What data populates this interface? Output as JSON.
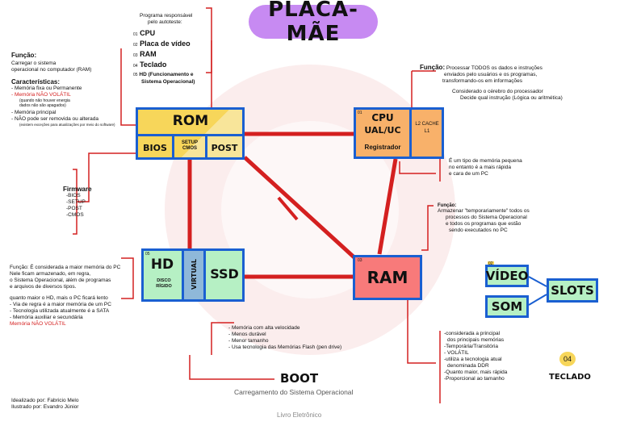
{
  "title": "PLACA-MÃE",
  "watermark": "Livro Eletrônico",
  "credits": [
    "Idealizado por: Fabricio Melo",
    "Ilustrado por: Evandro Júnior"
  ],
  "rom": {
    "label": "ROM",
    "bios": "BIOS",
    "setup": "SETUP",
    "cmos": "CMOS",
    "post": "POST",
    "funcao_title": "Função:",
    "funcao_lines": [
      "Carregar o sistema",
      "operacional no computador (RAM)"
    ],
    "caract_title": "Características:",
    "caract_lines": [
      "- Memória fixa ou Permanente",
      "- Memória NÃO VOLÁTIL",
      "(quando não houver energia",
      "dados não são apagados)",
      "- Memória principal",
      "- NÃO pode ser removida ou alterada",
      "(existem exceções para atualizações por meio do software)"
    ],
    "firmware_title": "Firmware",
    "firmware_items": [
      "-BIOS",
      "-SETUP",
      "-POST",
      "-CMOS"
    ]
  },
  "post_list": {
    "header": [
      "Programa responsável",
      "pelo autoteste:"
    ],
    "items": [
      {
        "num": "01",
        "text": "CPU"
      },
      {
        "num": "02",
        "text": "Placa de vídeo"
      },
      {
        "num": "03",
        "text": "RAM"
      },
      {
        "num": "04",
        "text": "Teclado"
      },
      {
        "num": "05",
        "text": "HD (Funcionamento e"
      }
    ],
    "last_line": "Sistema Operacional)"
  },
  "cpu": {
    "badge": "01",
    "cpu": "CPU",
    "ual": "UAL/UC",
    "reg": "Registrador",
    "cache": "L2 CACHE",
    "cache2": "L1",
    "funcao_title": "Função:",
    "funcao_lines": [
      "Processar TODOS os dados e instruções",
      "enviados pelo usuários e os programas,",
      "transformando-os em informações"
    ],
    "cerebro_lines": [
      "Considerado o cérebro do processador",
      "Decide qual instrução (Lógica ou aritmética)"
    ],
    "cache_lines": [
      "É um tipo de memória pequena",
      "no entanto é a mais rápida",
      "e cara de um PC"
    ]
  },
  "ram": {
    "badge": "03",
    "label": "RAM",
    "funcao_title": "Função:",
    "funcao_lines": [
      "Armazenar \"temporariamente\" todos os",
      "processos do Sistema Operacional",
      "e todos os programas que estão",
      "sendo executados no PC"
    ],
    "list": [
      "-considerada a principal",
      "dos principais memórias",
      "-Temporária/Transitória",
      "- VOLÁTIL",
      "-utiliza a tecnologia atual",
      "denominada DDR",
      "-Quanto maior, mais rápida",
      "-Proporcional ao tamanho"
    ]
  },
  "hd": {
    "badge": "05",
    "hd": "HD",
    "disco": "DISCO",
    "rigido": "RÍGIDO",
    "virtual": "VIRTUAL",
    "ssd": "SSD",
    "funcao_lines": [
      "Função: É considerada a maior memória do PC",
      "Nele ficam armazenado, em regra,",
      "o Sistema Operacional, além de programas",
      "e arquivos de diversos tipos.",
      "",
      "quanto maior o HD, mais o PC ficará lento",
      "- Via de regra é a maior memória de um PC",
      "- Tecnologia utilizada atualmente é a SATA",
      "- Memória auxiliar e secundária",
      "Memória NÃO VOLÁTIL"
    ],
    "ssd_lines": [
      "- Memória com alta velocidade",
      "- Menos durável",
      "- Menor tamanho",
      "- Usa tecnologia das Memórias Flash (pen drive)"
    ]
  },
  "boot": {
    "label": "BOOT",
    "desc": "Carregamento do Sistema Operacional"
  },
  "slots": {
    "badge": "02",
    "video": "VÍDEO",
    "som": "SOM",
    "slots": "SLOTS"
  },
  "teclado": {
    "num": "04",
    "label": "TECLADO"
  },
  "colors": {
    "blue": "#1a5fd1",
    "red": "#d42020",
    "yellow": "#f7d65a",
    "orange": "#f8b16a",
    "pink": "#f87a7a",
    "green": "#b6f0c4",
    "purple": "#c78af2"
  }
}
